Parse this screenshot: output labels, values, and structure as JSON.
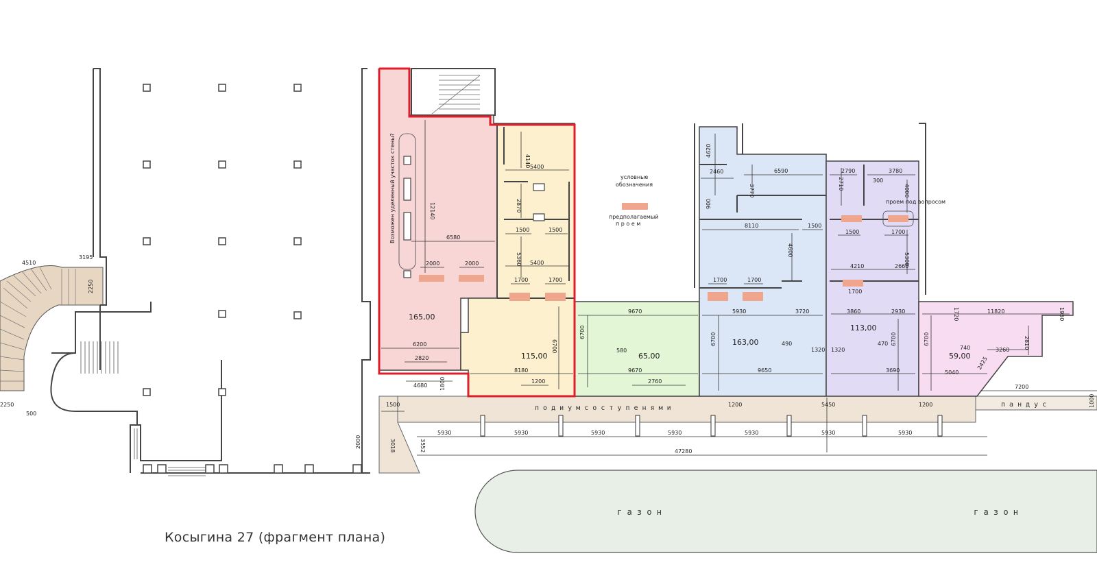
{
  "caption": "Косыгина 27 (фрагмент плана)",
  "legend": {
    "title_line1": "условные",
    "title_line2": "обозначения",
    "item_line1": "предполагаемый",
    "item_line2": "п р о е м"
  },
  "labels": {
    "podium": "п о д и у м   с о   с т у п е н я м и",
    "ramp": "п а н д у с",
    "lawn_left": "г а з о н",
    "lawn_right": "г а з о н",
    "note_vertical": "Возможен уделенный участок стены?",
    "note_opening": "проем под вопросом"
  },
  "rooms": {
    "red_area": "165,00",
    "yellow_area": "115,00",
    "green_area": "65,00",
    "blue_area": "163,00",
    "purple_area": "113,00",
    "pink_area": "59,00"
  },
  "dimensions": {
    "d6580": "6580",
    "d2000a": "2000",
    "d2000b": "2000",
    "d6200": "6200",
    "d2820": "2820",
    "d12140": "12140",
    "d4680": "4680",
    "d1800": "1800",
    "d4140": "4140",
    "d5400a": "5400",
    "d2870": "2870",
    "d1500a": "1500",
    "d1500b": "1500",
    "d5360": "5360",
    "d5400b": "5400",
    "d1700a": "1700",
    "d1700b": "1700",
    "d6700a": "6700",
    "d8180": "8180",
    "d1200a": "1200",
    "d9670a": "9670",
    "d9670b": "9670",
    "d6700b": "6700",
    "d580": "580",
    "d2760": "2760",
    "d4620": "4620",
    "d2460": "2460",
    "d3770": "3770",
    "d6590": "6590",
    "d900": "900",
    "d8110": "8110",
    "d1500c": "1500",
    "d4600": "4600",
    "d1700c": "1700",
    "d1700d": "1700",
    "d5930a": "5930",
    "d3720": "3720",
    "d6700c": "6700",
    "d490": "490",
    "d1320a": "1320",
    "d1320b": "1320",
    "d9650": "9650",
    "d1200b": "1200",
    "d2790": "2790",
    "d3780": "3780",
    "d2710": "2710",
    "d300": "300",
    "d4000": "4000",
    "d1500d": "1500",
    "d1700e": "1700",
    "d4210": "4210",
    "d2660": "2660",
    "d5300": "5300",
    "d1700f": "1700",
    "d3860": "3860",
    "d2930": "2930",
    "d470": "470",
    "d6700d": "6700",
    "d3690": "3690",
    "d5450": "5450",
    "d1720": "1720",
    "d11820": "11820",
    "d1950": "1950",
    "d6700e": "6700",
    "d740": "740",
    "d2810": "2810",
    "d3260": "3260",
    "d2425": "2425",
    "d5040": "5040",
    "d7200": "7200",
    "d1200c": "1200",
    "d1000": "1000",
    "d4510": "4510",
    "d3195": "3195",
    "d2250a": "2250",
    "d2250b": "2250",
    "d500": "500",
    "d1500e": "1500",
    "d3018": "3018",
    "d3552": "3552",
    "d2000c": "2000",
    "row": [
      "5930",
      "5930",
      "5930",
      "5930",
      "5930",
      "5930",
      "5930"
    ],
    "total": "47280"
  },
  "colors": {
    "red_room": "#f9d6d6",
    "red_outline": "#dd1f2b",
    "yellow_room": "#fcf0cf",
    "green_room": "#e3f7d7",
    "blue_room": "#dbe6f6",
    "purple_room": "#e2dbf6",
    "pink_room": "#f8dcf1",
    "podium": "#efe4d6",
    "lawn": "#e8efe7",
    "opening": "#f0a58d",
    "stair": "#e7d6c2"
  }
}
